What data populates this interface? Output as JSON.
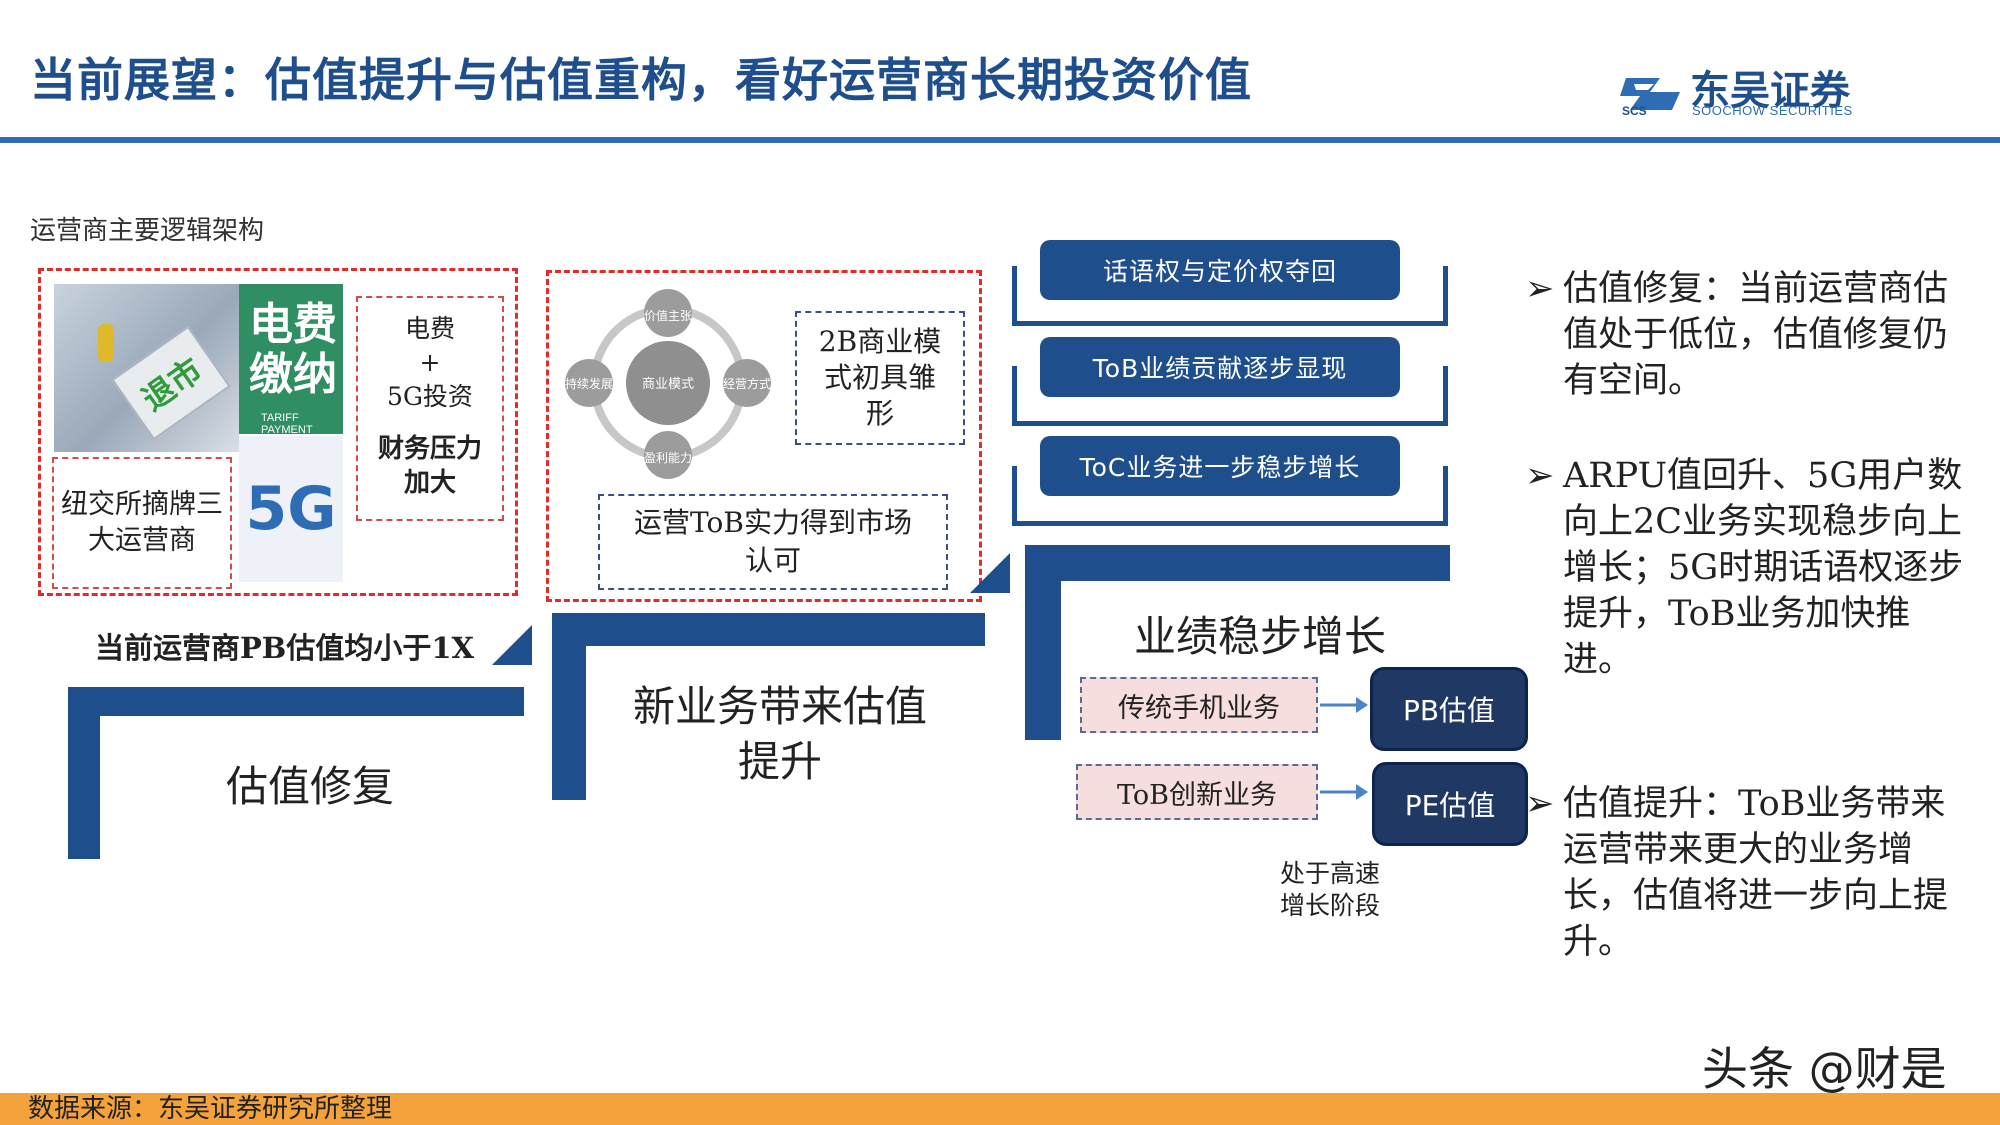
{
  "header": {
    "title": "当前展望：估值提升与估值重构，看好运营商长期投资价值",
    "logo_cn": "东吴证券",
    "logo_en": "SOOCHOW SECURITIES",
    "logo_mark": "SCS"
  },
  "subtitle": "运营商主要逻辑架构",
  "panel1": {
    "delist_sign": "退市",
    "fee_sign": "电费缴纳",
    "fee_sign_en": "TARIFF PAYMENT",
    "fivegee": "5G",
    "delist_caption": "纽交所摘牌三大运营商",
    "fee_top": "电费\n+\n5G投资",
    "fee_bottom": "财务压力加大",
    "pb_caption": "当前运营商PB估值均小于1X"
  },
  "panel2": {
    "ring": {
      "top": "价值主张",
      "left": "持续发展",
      "center": "商业模式",
      "right": "经营方式",
      "bottom": "盈利能力"
    },
    "model_box": "2B商业模式初具雏形",
    "tob_box": "运营ToB实力得到市场认可"
  },
  "stairs": {
    "step1": "估值修复",
    "step2": "新业务带来估值提升",
    "step3": "业绩稳步增长"
  },
  "pills": [
    "话语权与定价权夺回",
    "ToB业绩贡献逐步显现",
    "ToC业务进一步稳步增长"
  ],
  "valuation": {
    "traditional": "传统手机业务",
    "tob": "ToB创新业务",
    "pb": "PB估值",
    "pe": "PE估值",
    "stage": "处于高速增长阶段"
  },
  "right_points": [
    "估值修复：当前运营商估值处于低位，估值修复仍有空间。",
    "ARPU值回升、5G用户数向上2C业务实现稳步向上增长；5G时期话语权逐步提升，ToB业务加快推进。",
    "估值提升：ToB业务带来运营带来更大的业务增长，估值将进一步向上提升。"
  ],
  "footer": {
    "source": "数据来源：东吴证券研究所整理",
    "watermark": "头条 @财是"
  },
  "colors": {
    "brand_blue": "#1f4e8c",
    "footer_orange": "#f4a23b",
    "dash_red": "#e02b2b"
  }
}
